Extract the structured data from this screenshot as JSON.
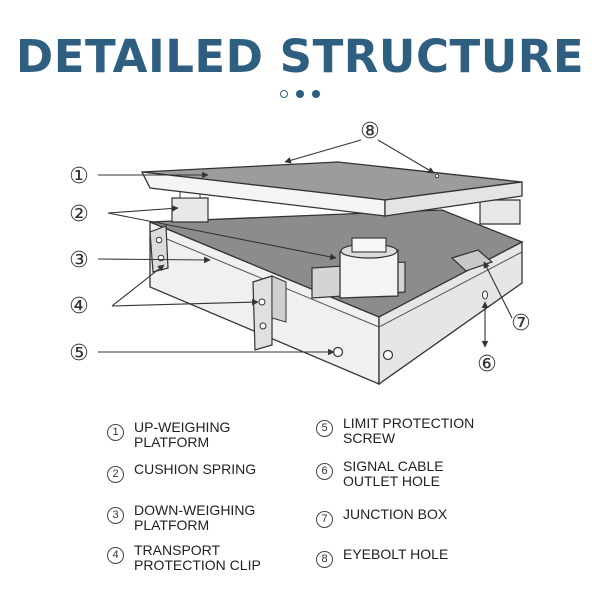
{
  "title": "DETAILED STRUCTURE",
  "colors": {
    "title": "#2f5f80",
    "dot_filled": "#2f5f80",
    "plate_top": "#9a9a9a",
    "plate_edge": "#f2f2f2",
    "line": "#333333"
  },
  "callouts": [
    "①",
    "②",
    "③",
    "④",
    "⑤",
    "⑥",
    "⑦",
    "⑧"
  ],
  "legend": [
    {
      "num": "1",
      "label": "UP-WEIGHING PLATFORM"
    },
    {
      "num": "2",
      "label": "CUSHION SPRING"
    },
    {
      "num": "3",
      "label": "DOWN-WEIGHING PLATFORM"
    },
    {
      "num": "4",
      "label": "TRANSPORT PROTECTION CLIP"
    },
    {
      "num": "5",
      "label": "LIMIT PROTECTION SCREW"
    },
    {
      "num": "6",
      "label": "SIGNAL CABLE OUTLET HOLE"
    },
    {
      "num": "7",
      "label": "JUNCTION BOX"
    },
    {
      "num": "8",
      "label": "EYEBOLT HOLE"
    }
  ]
}
